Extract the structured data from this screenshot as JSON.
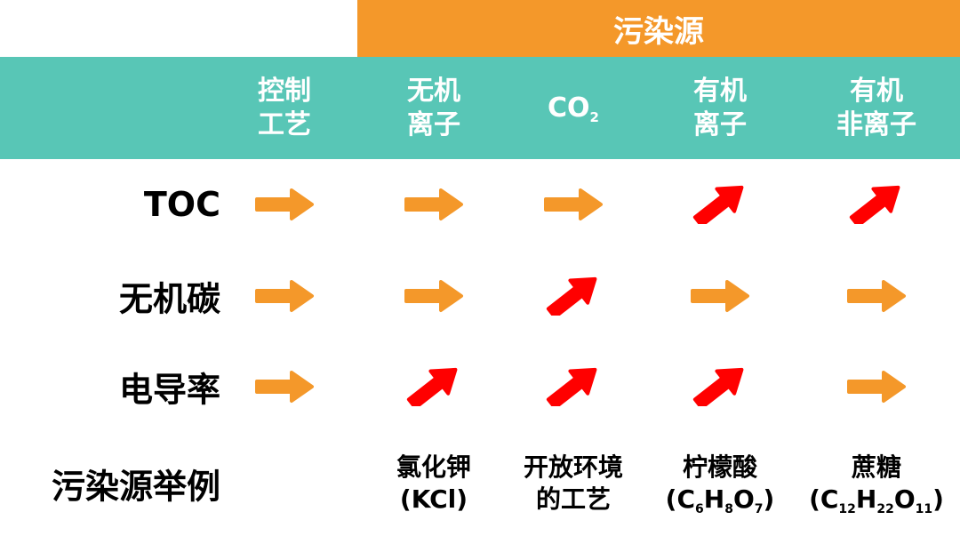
{
  "colors": {
    "orange": "#F4982A",
    "teal": "#58C6B6",
    "arrow_flat": "#F4982A",
    "arrow_up": "#FF0000"
  },
  "header": {
    "source_title": "污染源"
  },
  "columns": [
    {
      "line1": "控制",
      "line2": "工艺"
    },
    {
      "line1": "无机",
      "line2": "离子"
    },
    {
      "line1": "CO",
      "sub": "2"
    },
    {
      "line1": "有机",
      "line2": "离子"
    },
    {
      "line1": "有机",
      "line2": "非离子"
    }
  ],
  "rows": [
    {
      "label": "TOC",
      "trends": [
        "flat",
        "flat",
        "flat",
        "up",
        "up"
      ]
    },
    {
      "label": "无机碳",
      "trends": [
        "flat",
        "flat",
        "up",
        "flat",
        "flat"
      ]
    },
    {
      "label": "电导率",
      "trends": [
        "flat",
        "up",
        "up",
        "up",
        "flat"
      ]
    }
  ],
  "examples": {
    "label": "污染源举例",
    "items": [
      {
        "line1": "氯化钾",
        "line2": "(KCl)"
      },
      {
        "line1": "开放环境",
        "line2": "的工艺"
      },
      {
        "line1": "柠檬酸",
        "formula": [
          [
            "(C",
            ""
          ],
          [
            "6",
            "sub"
          ],
          [
            "H",
            ""
          ],
          [
            "8",
            "sub"
          ],
          [
            "O",
            ""
          ],
          [
            "7",
            "sub"
          ],
          [
            ")",
            ""
          ]
        ]
      },
      {
        "line1": "蔗糖",
        "formula": [
          [
            "(C",
            ""
          ],
          [
            "12",
            "sub"
          ],
          [
            "H",
            ""
          ],
          [
            "22",
            "sub"
          ],
          [
            "O",
            ""
          ],
          [
            "11",
            "sub"
          ],
          [
            ")",
            ""
          ]
        ]
      }
    ]
  }
}
